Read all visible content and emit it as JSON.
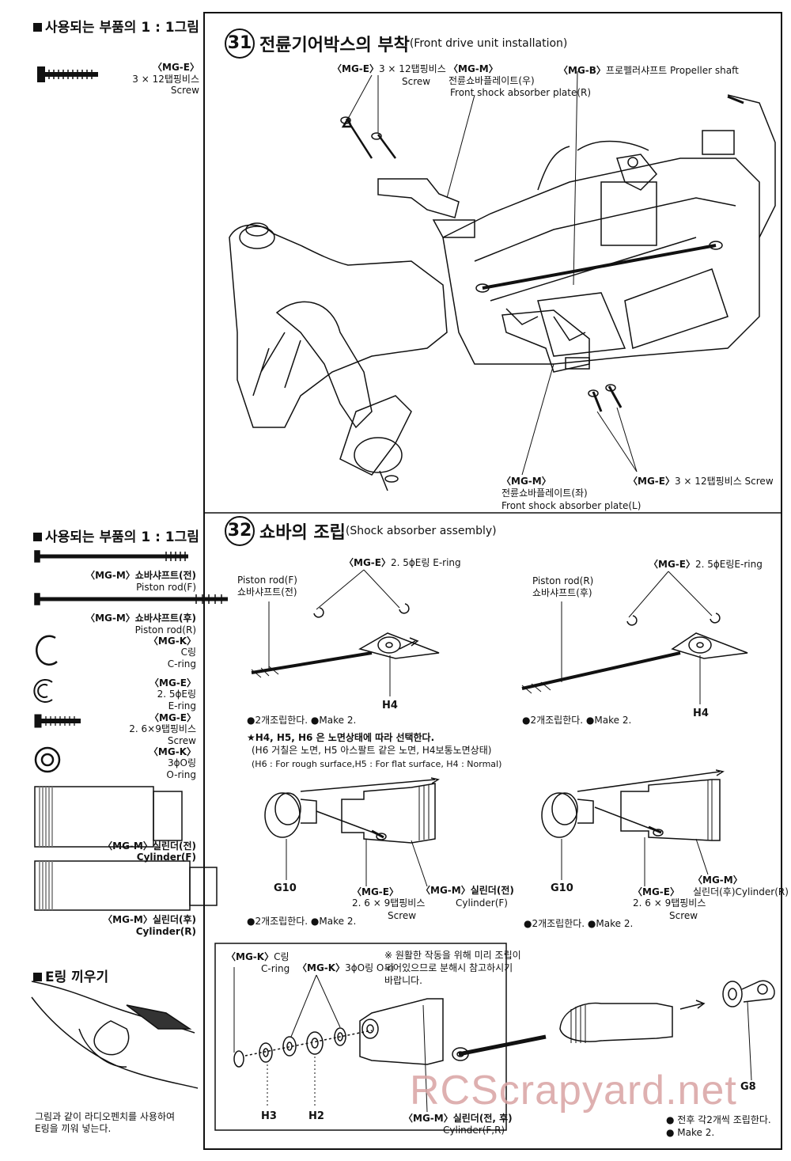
{
  "left_panel": {
    "header1": "사용되는 부품의 1 : 1그림",
    "p1_code": "〈MG-E〉",
    "p1_size": "3 × 12탭핑비스",
    "p1_name": "Screw",
    "header2": "사용되는 부품의 1 : 1그림",
    "parts": [
      {
        "code": "〈MG-M〉쇼바샤프트(전)",
        "name": "Piston rod(F)"
      },
      {
        "code": "〈MG-M〉쇼바샤프트(후)",
        "name": "Piston rod(R)"
      },
      {
        "code": "〈MG-K〉",
        "ko": "C링",
        "name": "C-ring"
      },
      {
        "code": "〈MG-E〉",
        "ko": "2. 5ϕE링",
        "name": "E-ring"
      },
      {
        "code": "〈MG-E〉",
        "ko": "2. 6×9탭핑비스",
        "name": "Screw"
      },
      {
        "code": "〈MG-K〉",
        "ko": "3ϕO링",
        "name": "O-ring"
      },
      {
        "code": "〈MG-M〉실린더(전)",
        "name": "Cylinder(F)"
      },
      {
        "code": "〈MG-M〉실린더(후)",
        "name": "Cylinder(R)"
      }
    ],
    "ering_header": "E링 끼우기",
    "ering_note1": "그림과 같이 라디오펜치를 사용하여",
    "ering_note2": "E링을 끼워 넣는다."
  },
  "step31": {
    "number": "31",
    "title_ko": "전륜기어박스의 부착",
    "title_en": "(Front drive unit installation)",
    "screw_top_code": "〈MG-E〉",
    "screw_top_size": "3 × 12탭핑비스",
    "screw_top_name": "Screw",
    "plate_r_code": "〈MG-M〉",
    "plate_r_ko": "전륜쇼바플레이트(우)",
    "plate_r_en": "Front shock absorber plate(R)",
    "prop_code": "〈MG-B〉",
    "prop_ko": "프로펠러샤프트",
    "prop_en": "Propeller shaft",
    "plate_l_code": "〈MG-M〉",
    "plate_l_ko": "전륜쇼바플레이트(좌)",
    "plate_l_en": "Front shock absorber plate(L)",
    "screw_bottom_code": "〈MG-E〉",
    "screw_bottom_text": "3 × 12탭핑비스 Screw"
  },
  "step32": {
    "number": "32",
    "title_ko": "쇼바의 조립",
    "title_en": "(Shock absorber assembly)",
    "ering_left_code": "〈MG-E〉",
    "ering_left_text": "2. 5ϕE링 E-ring",
    "ering_right_code": "〈MG-E〉",
    "ering_right_text": "2. 5ϕE링E-ring",
    "rod_f_en": "Piston rod(F)",
    "rod_f_ko": "쇼바샤프트(전)",
    "rod_r_en": "Piston rod(R)",
    "rod_r_ko": "쇼바샤프트(후)",
    "h4_left": "H4",
    "h4_right": "H4",
    "make2_left": "●2개조립한다. ●Make 2.",
    "make2_right": "●2개조립한다. ●Make 2.",
    "select_note": "★H4, H5, H6 은 노면상태에 따라 선택한다.",
    "select_detail": "(H6 거칠은 노면, H5 아스팔트 같은 노면, H4보통노면상태)",
    "select_en": "(H6 : For rough surface,H5 : For flat surface, H4 : Normal)",
    "g10_left": "G10",
    "g10_right": "G10",
    "screw_l_code": "〈MG-E〉",
    "screw_l_size": "2. 6 × 9탭핑비스",
    "screw_l_name": "Screw",
    "cyl_l_code": "〈MG-M〉실린더(전)",
    "cyl_l_en": "Cylinder(F)",
    "screw_r_code": "〈MG-E〉",
    "screw_r_size": "2. 6 × 9탭핑비스",
    "screw_r_name": "Screw",
    "cyl_r_code": "〈MG-M〉",
    "cyl_r_ko": "실린더(후)Cylinder(R)",
    "make2_left2": "●2개조립한다. ●Make 2.",
    "make2_right2": "●2개조립한다. ●Make 2."
  },
  "box": {
    "cring_code": "〈MG-K〉",
    "cring_ko": "C링",
    "cring_en": "C-ring",
    "oring_code": "〈MG-K〉",
    "oring_text": "3ϕO링 O-ri",
    "note1": "※ 원활한 작동을 위해 미리 조립이",
    "note2": "되어있으므로 분해시 참고하시기",
    "note3": "바랍니다.",
    "h3": "H3",
    "h2": "H2",
    "cyl_code": "〈MG-M〉실린더(전, 후)",
    "cyl_en": "Cylinder(F,R)",
    "g8": "G8",
    "final_ko": "● 전후 각2개씩 조립한다.",
    "final_en": "● Make 2."
  },
  "watermark": "RCScrapyard.net"
}
